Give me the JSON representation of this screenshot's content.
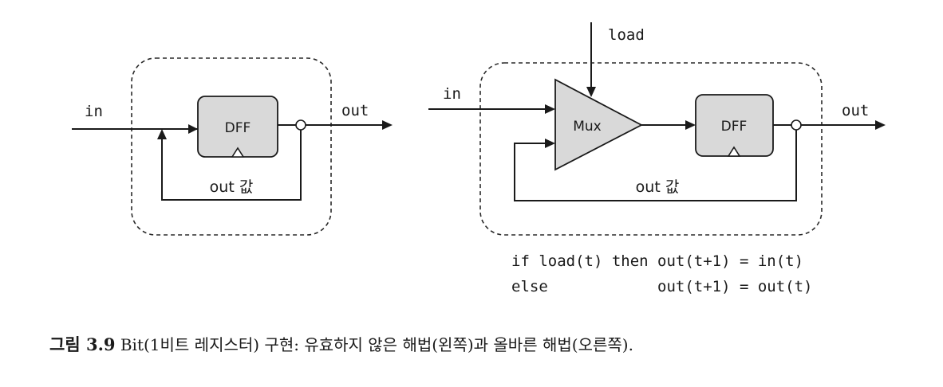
{
  "left_diagram": {
    "input_label": "in",
    "output_label": "out",
    "block_label": "DFF",
    "feedback_label": "out 값"
  },
  "right_diagram": {
    "load_label": "load",
    "input_label": "in",
    "mux_label": "Mux",
    "block_label": "DFF",
    "output_label": "out",
    "feedback_label": "out 값"
  },
  "code": {
    "line1": "if load(t) then out(t+1) = in(t)",
    "line2": "else            out(t+1) = out(t)"
  },
  "caption": {
    "number": "그림 3.9",
    "text": " Bit(1비트 레지스터) 구현: 유효하지 않은 해법(왼쪽)과 올바른 해법(오른쪽)."
  }
}
